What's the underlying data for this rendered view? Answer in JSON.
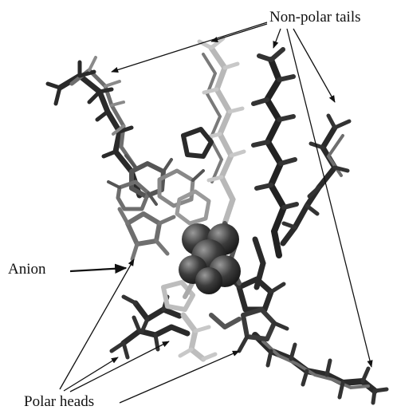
{
  "labels": {
    "non_polar_tails": "Non-polar tails",
    "anion": "Anion",
    "polar_heads": "Polar heads"
  },
  "colors": {
    "dark_stick": "#2a2a2a",
    "mid_stick": "#6e6e6e",
    "light_stick": "#b8b8b8",
    "anion_sphere": "#3c3c3c",
    "annotation": "#111111"
  },
  "structure": {
    "depiction": "stick-model-molecular-structure",
    "components": [
      "non-polar-tails",
      "polar-heads",
      "anion"
    ]
  }
}
